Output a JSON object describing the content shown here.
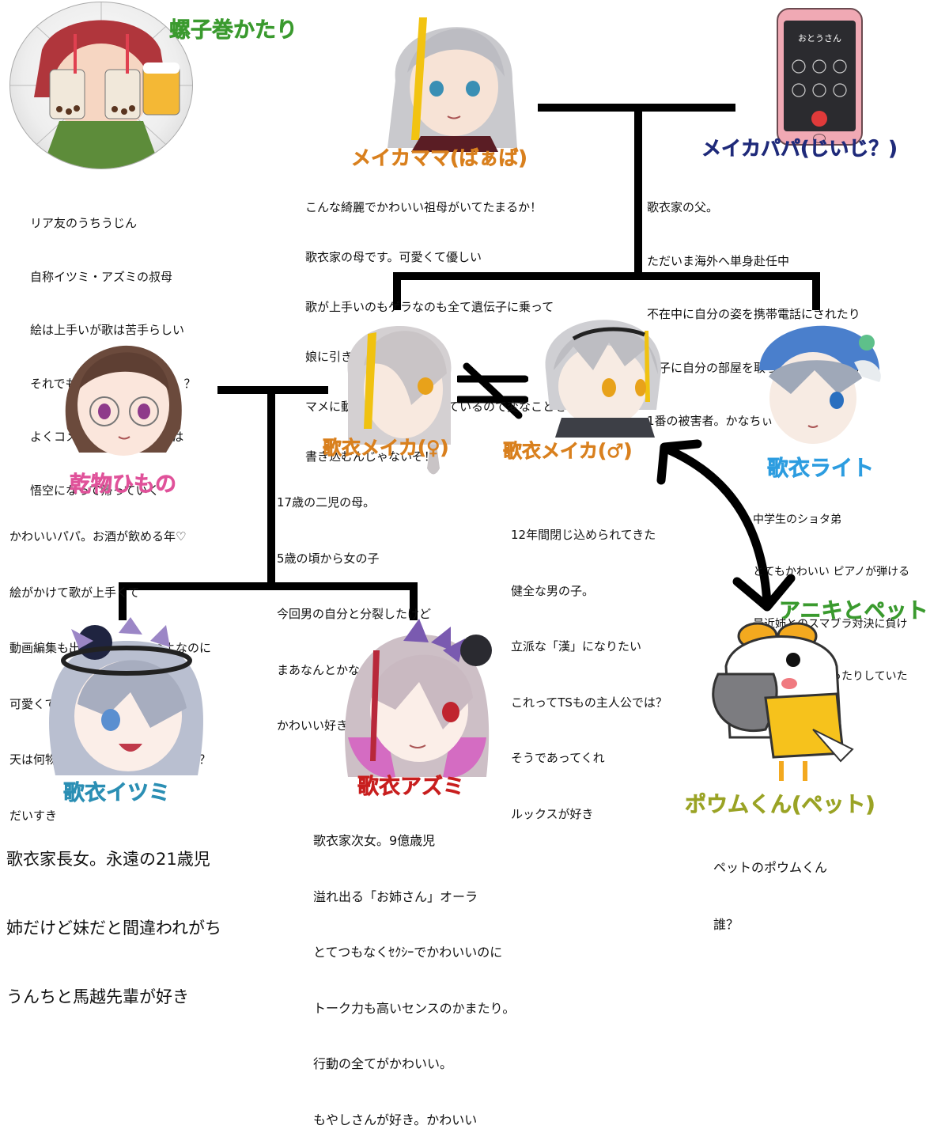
{
  "colors": {
    "green": "#3a9a2e",
    "orange": "#d9801e",
    "navy": "#1f2a7a",
    "pink": "#e0529a",
    "skyblue": "#2d9de0",
    "teal": "#2b8fb4",
    "red": "#c81e1e",
    "olive": "#9aa325"
  },
  "characters": {
    "katari": {
      "name": "螺子巻かたり",
      "desc": [
        "リア友のうちうじん",
        "自称イツミ・アズミの叔母",
        "絵は上手いが歌は苦手らしい",
        "それでも歌衣家の一員かっ！？",
        "よくコメント欄に出没しては",
        "悟空になって帰っていく"
      ]
    },
    "mama": {
      "name": "メイカママ(ばぁば)",
      "desc": [
        "こんな綺麗でかわいい祖母がいてたまるか！",
        "歌衣家の母です。可愛くて優しい",
        "歌が上手いのもゲラなのも全て遺伝子に乗って",
        "娘に引き継がれている。",
        "マメに動画やコメントを見ているので変なことを",
        "書き込むんじゃないぞ！"
      ]
    },
    "papa": {
      "name": "メイカパパ(じいじ？)",
      "phone_label": "おとうさん",
      "desc": [
        "歌衣家の父。",
        "ただいま海外へ単身赴任中",
        "不在中に自分の姿を携帯電話にされたり",
        "息子に自分の部屋を取られたりしている",
        "1番の被害者。かなちぃ"
      ]
    },
    "himono": {
      "name": "乾物ひもの",
      "desc": [
        "かわいいパパ。お酒が飲める年♡",
        "絵がかけて歌が上手くて",
        "動画編集も出来て技術つよつよなのに",
        "可愛くてとっても優しいとか",
        "天は何物を与える気だぁ～～？？？？",
        "だいすき"
      ]
    },
    "meika_f": {
      "name": "歌衣メイカ(♀)",
      "desc": [
        "17歳の二児の母。",
        "5歳の頃から女の子",
        "今回男の自分と分裂したけど",
        "まあなんとかなるんちゃう？",
        "かわいい好き"
      ]
    },
    "not_equal": "≠",
    "meika_m": {
      "name": "歌衣メイカ(♂)",
      "desc": [
        "12年間閉じ込められてきた",
        "健全な男の子。",
        "立派な「漢」になりたい",
        "これってTSもの主人公では？",
        "そうであってくれ",
        "ルックスが好き"
      ]
    },
    "light": {
      "name": "歌衣ライト",
      "desc": [
        "中学生のショタ弟",
        "とてもかわいい ピアノが弾ける",
        "最近姉とのスマブラ対決に負け",
        "メイドさんになったりしていた"
      ]
    },
    "aniki": {
      "label": "アニキとペット"
    },
    "itsumi": {
      "name": "歌衣イツミ",
      "desc": [
        "歌衣家長女。永遠の21歳児",
        "姉だけど妹だと間違われがち",
        "うんちと馬越先輩が好き"
      ]
    },
    "azumi": {
      "name": "歌衣アズミ",
      "desc": [
        "歌衣家次女。9億歳児",
        "溢れ出る「お姉さん」オーラ",
        "とてつもなくｾｸｼｰでかわいいのに",
        "トーク力も高いセンスのかまたり。",
        "行動の全てがかわいい。",
        "もやしさんが好き。かわいい"
      ]
    },
    "poumu": {
      "name": "ポウムくん(ペット)",
      "desc": [
        "ペットのポウムくん",
        "誰？"
      ]
    }
  }
}
